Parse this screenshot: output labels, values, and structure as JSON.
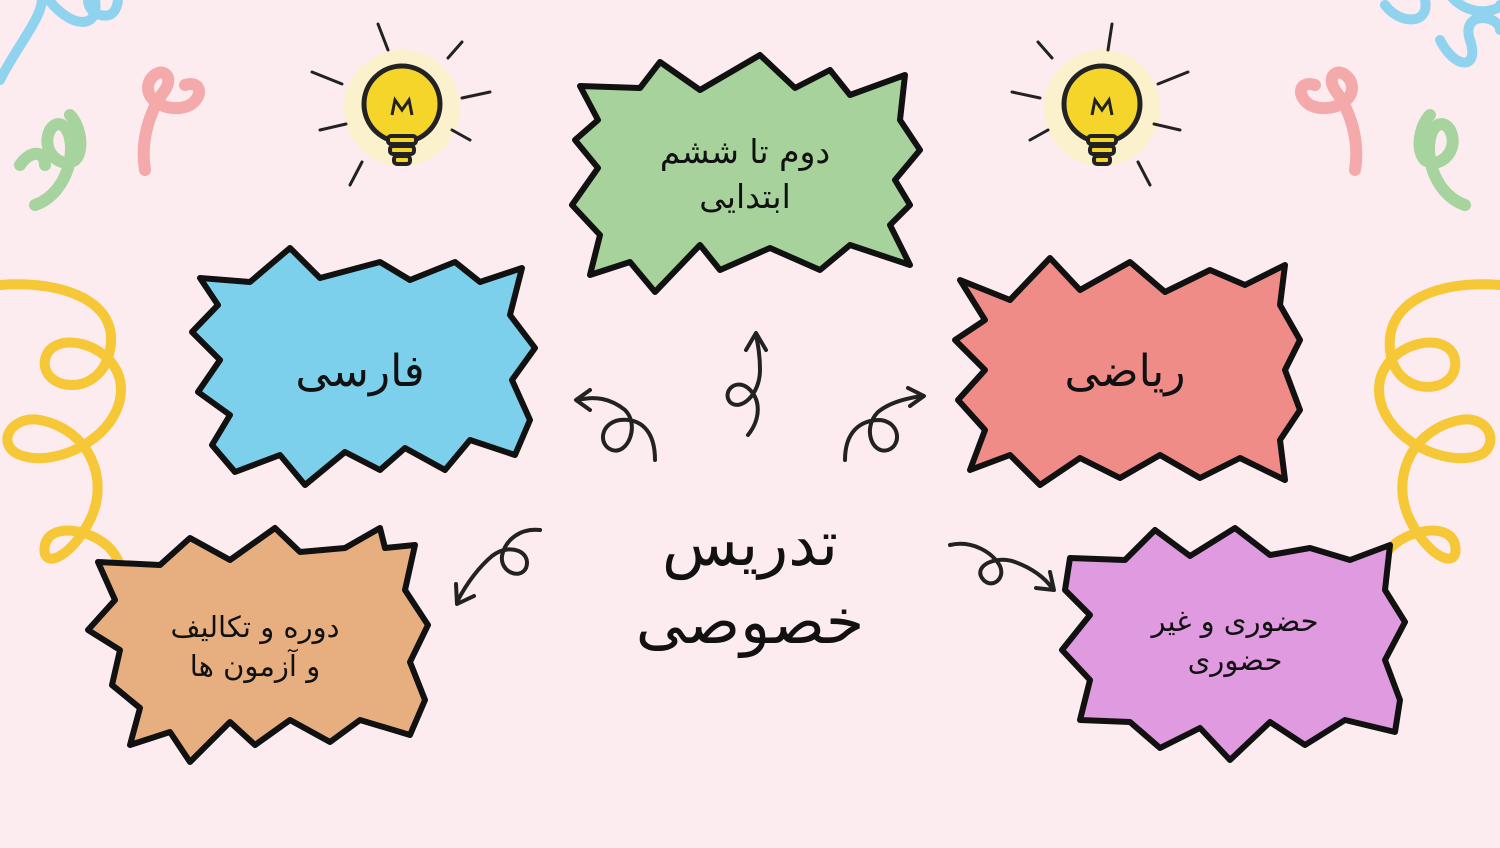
{
  "title": {
    "line1": "تدریس",
    "line2": "خصوصی"
  },
  "nodes": [
    {
      "id": "top",
      "lines": [
        "دوم تا ششم",
        "ابتدایی"
      ],
      "color": "#a8d29c"
    },
    {
      "id": "left",
      "lines": [
        "فارسی"
      ],
      "color": "#7dd0ec"
    },
    {
      "id": "right",
      "lines": [
        "ریاضی"
      ],
      "color": "#ef8c87"
    },
    {
      "id": "bottom-left",
      "lines": [
        "دوره و تکالیف",
        "و آزمون ها"
      ],
      "color": "#e7ae80"
    },
    {
      "id": "bottom-right",
      "lines": [
        "حضوری و غیر",
        "حضوری"
      ],
      "color": "#e09ae0"
    }
  ],
  "colors": {
    "background": "#fcecef",
    "yellow": "#f6c736",
    "blue": "#8fd3ef",
    "pink": "#f4a9ab",
    "green": "#a7d39e",
    "bulb": "#f6d52a"
  }
}
